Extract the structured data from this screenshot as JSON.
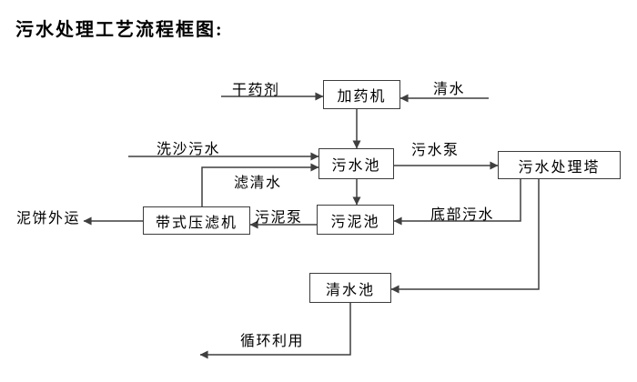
{
  "page": {
    "title": "污水处理工艺流程框图:"
  },
  "colors": {
    "background": "#ffffff",
    "line": "#3f3f3f",
    "box_border": "#3c3c3c",
    "text": "#000000"
  },
  "nodes": {
    "dosing_machine": "加药机",
    "sewage_pool": "污水池",
    "sewage_treatment_tower": "污水处理塔",
    "sludge_pool": "污泥池",
    "belt_filter_press": "带式压滤机",
    "clean_water_pool": "清水池"
  },
  "flow_labels": {
    "dry_agent": "干药剂",
    "clean_water": "清水",
    "sand_washing_sewage": "洗沙污水",
    "sewage_pump": "污水泵",
    "filtered_water": "滤清水",
    "sludge_pump": "污泥泵",
    "bottom_sewage": "底部污水",
    "mud_cake_outbound": "泥饼外运",
    "recycle_use": "循环利用"
  }
}
